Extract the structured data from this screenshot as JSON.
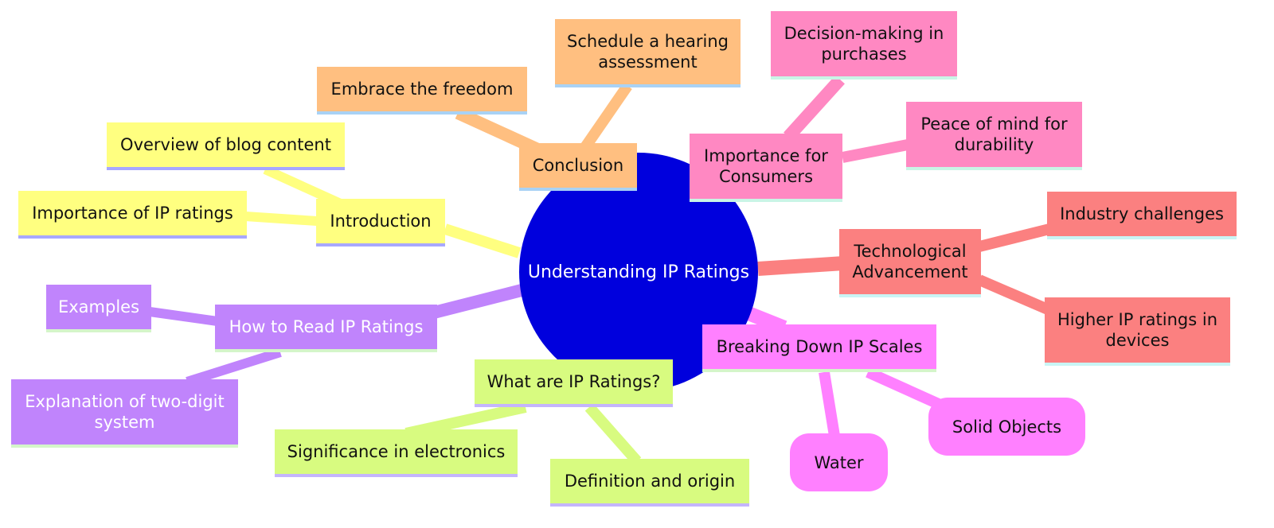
{
  "colors": {
    "root": "#0000dd",
    "conclusion": "#ffbf80",
    "consumers": "#ff88c2",
    "technology": "#fb8080",
    "scales": "#ff80ff",
    "whatare": "#d8fb80",
    "howto": "#c084fc",
    "intro": "#ffff80"
  },
  "root": {
    "label": "Understanding IP Ratings"
  },
  "branches": {
    "conclusion": {
      "label": "Conclusion",
      "children": [
        "Embrace the freedom",
        "Schedule a hearing assessment"
      ]
    },
    "consumers": {
      "label": "Importance for Consumers",
      "children": [
        "Decision-making in purchases",
        "Peace of mind for durability"
      ]
    },
    "technology": {
      "label": "Technological Advancement",
      "children": [
        "Industry challenges",
        "Higher IP ratings in devices"
      ]
    },
    "scales": {
      "label": "Breaking Down IP Scales",
      "children": [
        "Solid Objects",
        "Water"
      ]
    },
    "whatare": {
      "label": "What are IP Ratings?",
      "children": [
        "Definition and origin",
        "Significance in electronics"
      ]
    },
    "howto": {
      "label": "How to Read IP Ratings",
      "children": [
        "Examples",
        "Explanation of two-digit system"
      ]
    },
    "intro": {
      "label": "Introduction",
      "children": [
        "Overview of blog content",
        "Importance of IP ratings"
      ]
    }
  }
}
